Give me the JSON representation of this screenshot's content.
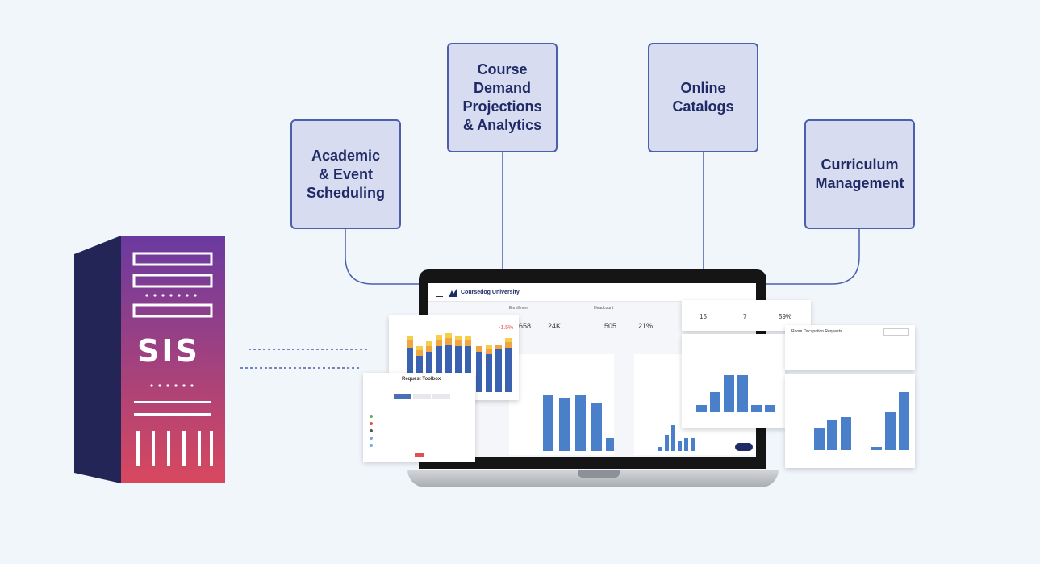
{
  "server": {
    "label": "SIS"
  },
  "nodes": [
    {
      "id": "academic",
      "label": "Academic\n& Event\nScheduling"
    },
    {
      "id": "demand",
      "label": "Course\nDemand\nProjections\n& Analytics"
    },
    {
      "id": "catalogs",
      "label": "Online\nCatalogs"
    },
    {
      "id": "curriculum",
      "label": "Curriculum\nManagement"
    }
  ],
  "screen": {
    "app_name": "Coursedog University",
    "kpi_labels": [
      "Enrollment",
      "Headcount"
    ],
    "kpi_values": [
      "658",
      "24K",
      "505",
      "21%",
      "15",
      "7",
      "59%",
      "-1.5%"
    ]
  },
  "popups": {
    "request_toolbar_title": "Request Toolbox",
    "room_request_title": "Room Occupation Requests"
  },
  "colors": {
    "node_fill": "#d8dcf0",
    "node_border": "#4b5fae",
    "node_text": "#1f2b66",
    "server_gradient_top": "#6a3aa0",
    "server_gradient_bottom": "#d8485e",
    "server_side": "#232556",
    "bar_blue": "#4a80c9",
    "bar_orange": "#f0a640",
    "bar_yellow": "#f6cf4a"
  }
}
